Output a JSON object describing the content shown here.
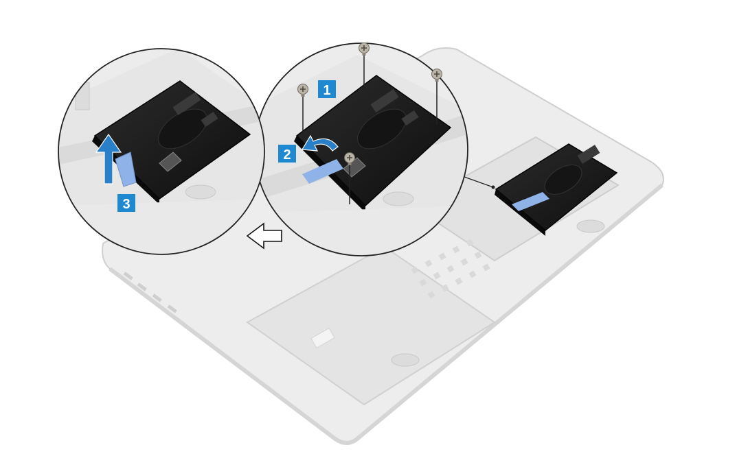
{
  "figure": {
    "description_hidden": "",
    "steps": [
      {
        "number": "1"
      },
      {
        "number": "2"
      },
      {
        "number": "3"
      }
    ],
    "colors": {
      "callout": "#1e88d0",
      "callout_text": "#ffffff",
      "tab": "#8fb3e8",
      "drive": "#1c1c1c",
      "chassis": "#d8d8d8",
      "outline": "#222222",
      "arrow": "#ffffff"
    },
    "icons": [
      "screw-icon",
      "rotate-arrow-icon",
      "lift-arrow-icon",
      "direction-arrow-icon"
    ]
  }
}
